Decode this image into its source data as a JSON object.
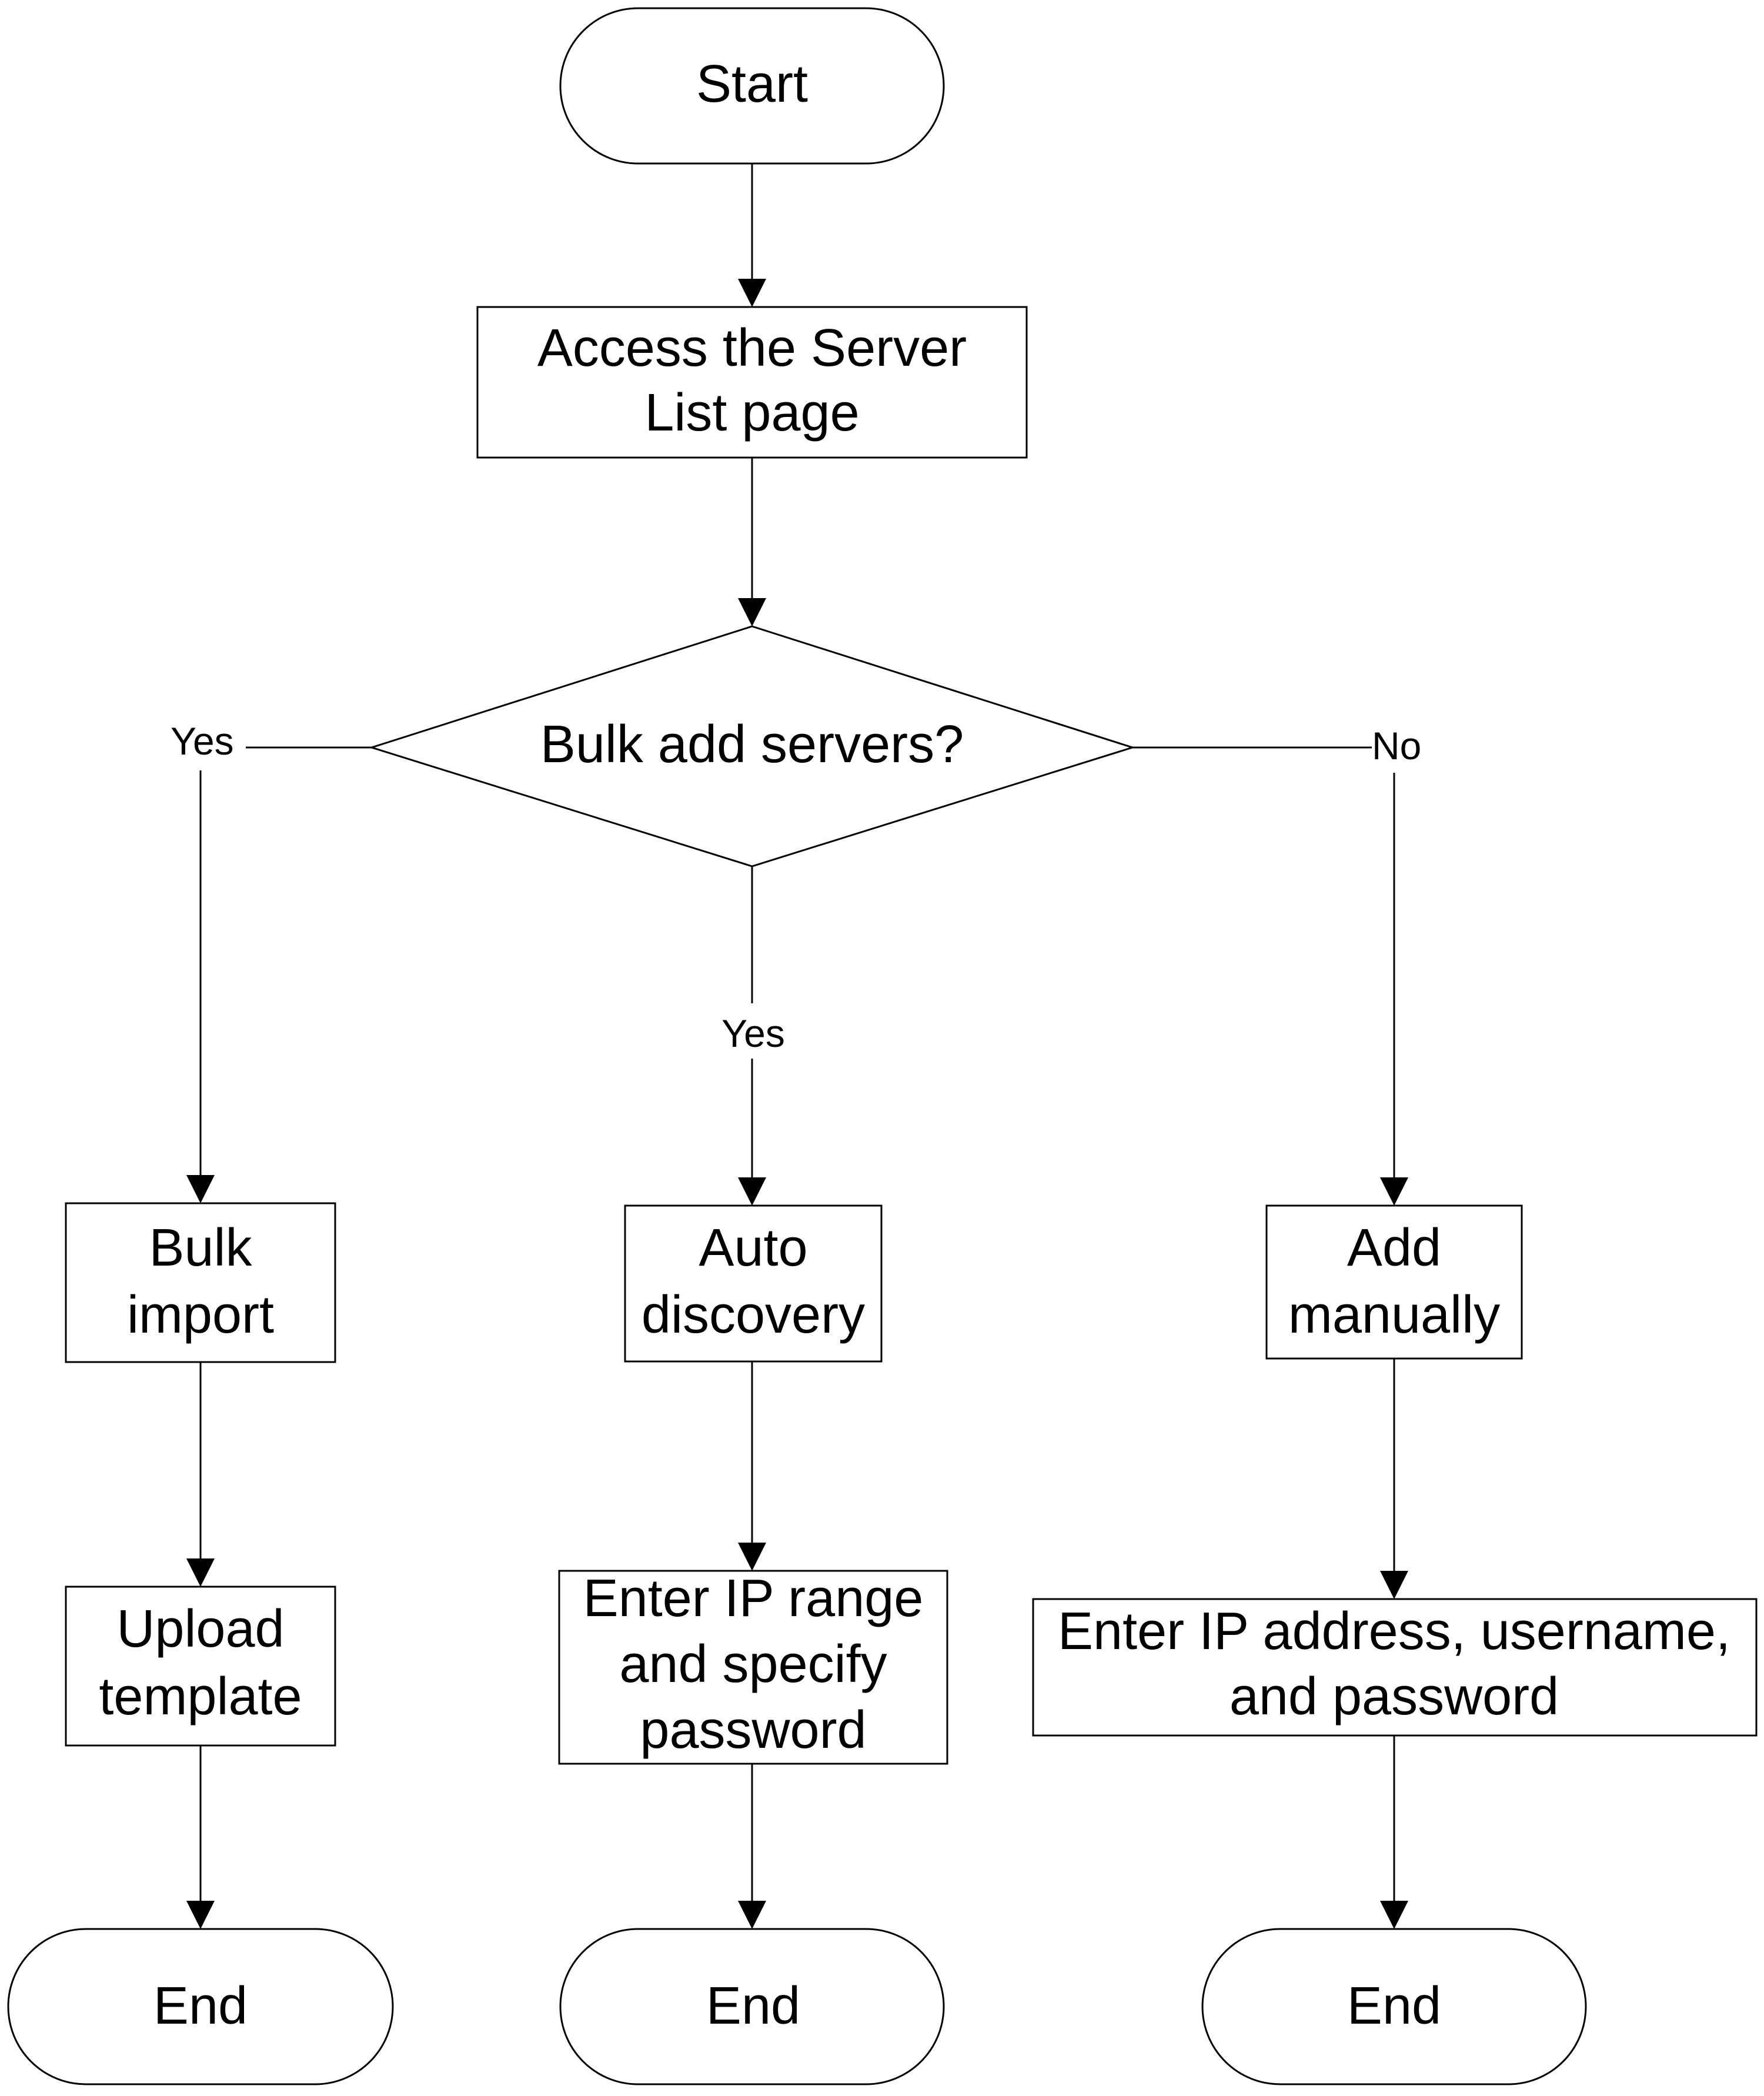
{
  "nodes": {
    "start": {
      "text": "Start"
    },
    "access": {
      "lines": [
        "Access the Server",
        "List page"
      ]
    },
    "decision": {
      "text": "Bulk add servers?"
    },
    "bulk_import": {
      "lines": [
        "Bulk",
        "import"
      ]
    },
    "auto_discovery": {
      "lines": [
        "Auto",
        "discovery"
      ]
    },
    "add_manually": {
      "lines": [
        "Add",
        "manually"
      ]
    },
    "upload_template": {
      "lines": [
        "Upload",
        "template"
      ]
    },
    "enter_ip_range": {
      "lines": [
        "Enter IP range",
        "and specify",
        "password"
      ]
    },
    "enter_ip_address": {
      "lines": [
        "Enter IP address, username,",
        "and password"
      ]
    },
    "end_left": {
      "text": "End"
    },
    "end_middle": {
      "text": "End"
    },
    "end_right": {
      "text": "End"
    }
  },
  "edges": {
    "yes_left": {
      "label": "Yes"
    },
    "yes_middle": {
      "label": "Yes"
    },
    "no_right": {
      "label": "No"
    }
  }
}
